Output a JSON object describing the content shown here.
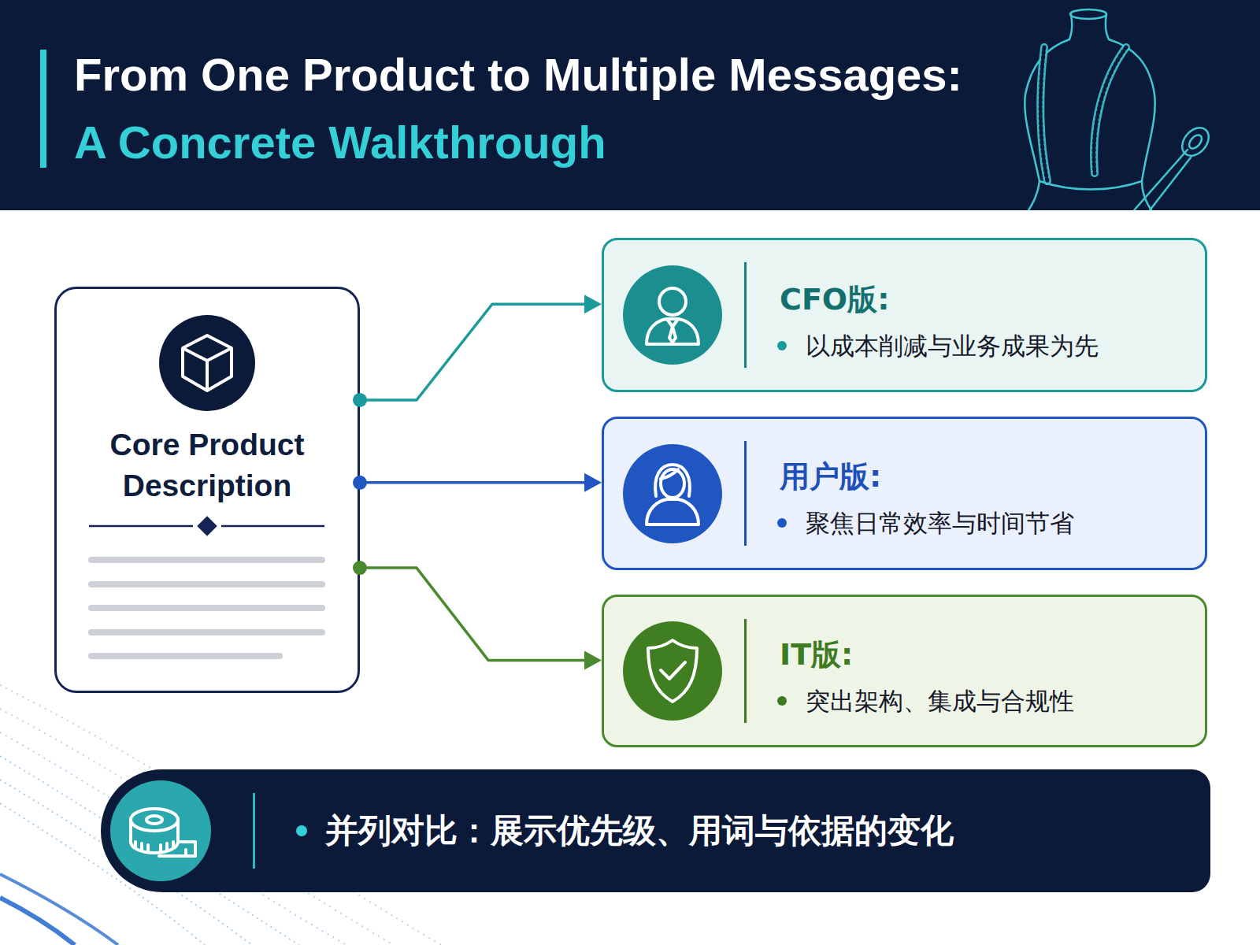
{
  "diagram": {
    "title": "From One Product to Multiple Messages: A Concrete Walkthrough",
    "nodes": [
      {
        "text": [
          "Core Product Description"
        ]
      },
      {
        "text": [
          "CFO版:",
          "以成本削减与业务成果为先"
        ]
      },
      {
        "text": [
          "用户版:",
          "聚焦日常效率与时间节省"
        ]
      },
      {
        "text": [
          "IT版:",
          "突出架构、集成与合规性"
        ]
      },
      {
        "text": [
          "并列对比：展示优先级、用词与依据的变化"
        ]
      }
    ],
    "edges": [
      {
        "from": 0,
        "to": 1,
        "arrow": "to"
      },
      {
        "from": 0,
        "to": 2,
        "arrow": "to"
      },
      {
        "from": 0,
        "to": 3,
        "arrow": "to"
      }
    ]
  }
}
